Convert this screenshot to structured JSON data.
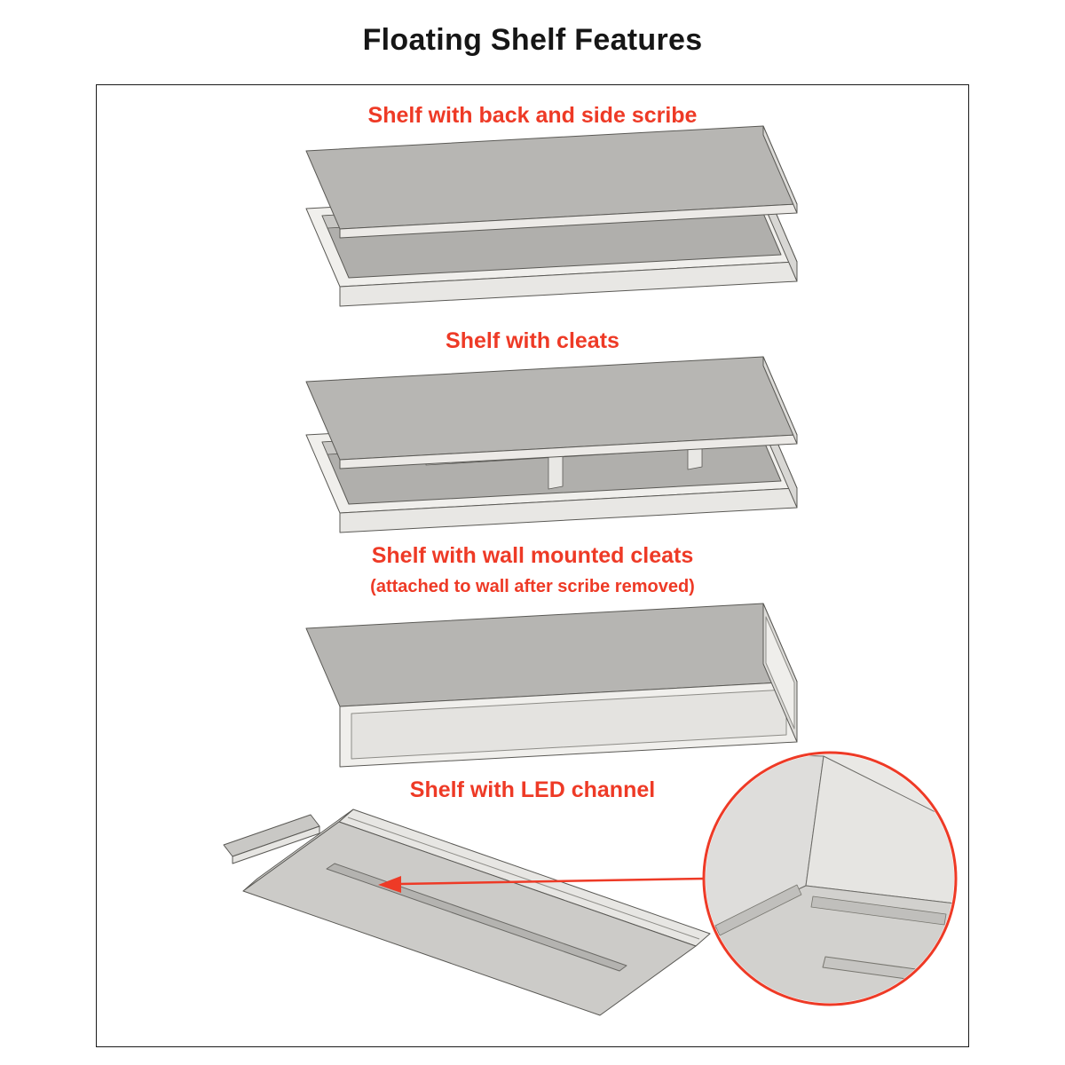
{
  "title": "Floating Shelf Features",
  "accent_color": "#ee3a26",
  "shelf_fill_colors": {
    "top_face": "#b6b5b2",
    "light_face": "#f0efec",
    "edge_face": "#dcdbd8",
    "interior": "#b0afac"
  },
  "sections": [
    {
      "id": "scribe",
      "heading": "Shelf with back and side scribe"
    },
    {
      "id": "cleats",
      "heading": "Shelf with cleats"
    },
    {
      "id": "wall-cleats",
      "heading": "Shelf with wall mounted cleats",
      "subheading": "(attached to wall after scribe removed)"
    },
    {
      "id": "led",
      "heading": "Shelf with LED channel"
    }
  ]
}
